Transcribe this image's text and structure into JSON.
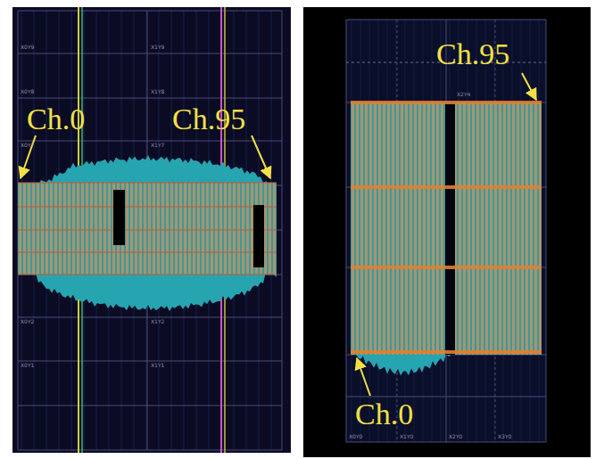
{
  "diagram": {
    "labels": [
      "Ch.0",
      "Ch.95",
      "Ch.95",
      "Ch.0",
      "X0Y9",
      "X1Y9",
      "X0Y8",
      "X1Y8",
      "X0Y7",
      "X1Y7",
      "X0Y2",
      "X1Y2",
      "X0Y1",
      "X1Y1",
      "X2Y4",
      "X0Y0",
      "X1Y0",
      "X2Y0",
      "X3Y0"
    ]
  }
}
